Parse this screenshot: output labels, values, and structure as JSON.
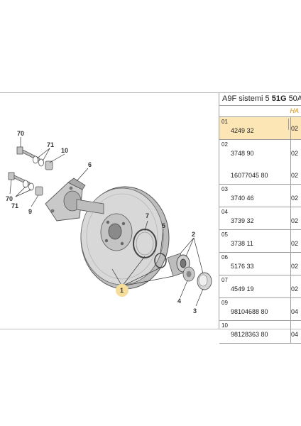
{
  "header": {
    "title_prefix": "A9F sistemi 5",
    "title_code": "51G",
    "title_suffix": "50A",
    "sub_label": "HA"
  },
  "callouts": {
    "c70a": "70",
    "c71a": "71",
    "c10": "10",
    "c6": "6",
    "c70b": "70",
    "c71b": "71",
    "c9": "9",
    "c7": "7",
    "c5": "5",
    "c2": "2",
    "c4": "4",
    "c3": "3",
    "c1": "1"
  },
  "parts": [
    {
      "index": "01",
      "highlight": true,
      "rows": [
        {
          "ref": "4249 32",
          "qty": "02"
        }
      ]
    },
    {
      "index": "02",
      "highlight": false,
      "rows": [
        {
          "ref": "3748 90",
          "qty": "02"
        },
        {
          "ref": "16077045 80",
          "qty": "02"
        }
      ]
    },
    {
      "index": "03",
      "highlight": false,
      "rows": [
        {
          "ref": "3740 46",
          "qty": "02"
        }
      ]
    },
    {
      "index": "04",
      "highlight": false,
      "rows": [
        {
          "ref": "3739 32",
          "qty": "02"
        }
      ]
    },
    {
      "index": "05",
      "highlight": false,
      "rows": [
        {
          "ref": "3738 11",
          "qty": "02"
        }
      ]
    },
    {
      "index": "06",
      "highlight": false,
      "rows": [
        {
          "ref": "5176 33",
          "qty": "02"
        }
      ]
    },
    {
      "index": "07",
      "highlight": false,
      "rows": [
        {
          "ref": "4549 19",
          "qty": "02"
        }
      ]
    },
    {
      "index": "09",
      "highlight": false,
      "rows": [
        {
          "ref": "98104688 80",
          "qty": "04"
        }
      ]
    },
    {
      "index": "10",
      "highlight": false,
      "rows": [
        {
          "ref": "98128363 80",
          "qty": "04"
        }
      ]
    }
  ],
  "colors": {
    "highlight": "#fde6b6",
    "callout_badge": "#f6dd99",
    "accent": "#e19300"
  }
}
